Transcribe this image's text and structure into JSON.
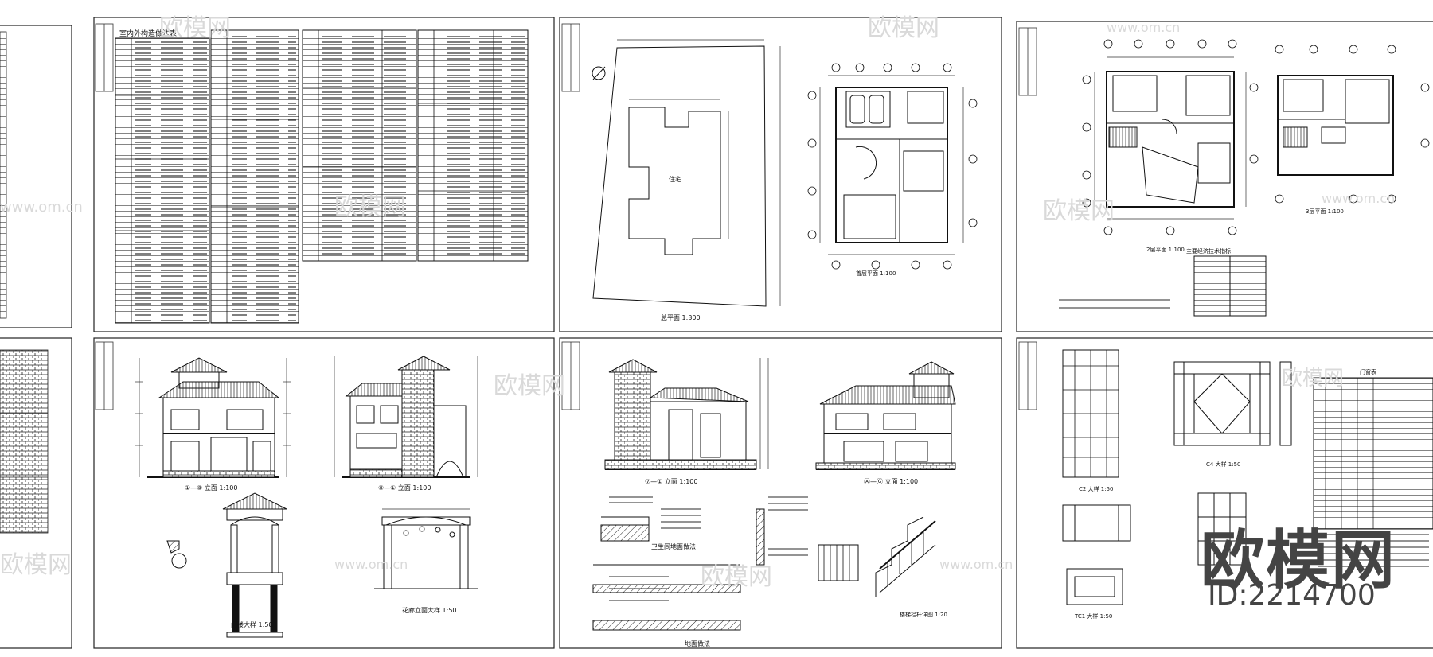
{
  "watermark": {
    "brand_cn": "欧模网",
    "domain": "www.om.cn",
    "id_text": "ID:2214700"
  },
  "sheets": {
    "table_title": "室内外构造做法表",
    "site_plan_caption": "总平面 1:300",
    "site_building_label": "住宅",
    "floor1_caption": "首层平面 1:100",
    "floor2_caption": "2层平面 1:100",
    "floor3_caption": "3层平面 1:100",
    "tech_table_title": "主要经济技术指标",
    "elev_front_caption": "①—⑧ 立面 1:100",
    "elev_side_caption": "⑧—① 立面 1:100",
    "elev_left_caption": "⑦—① 立面 1:100",
    "elev_right_caption": "Ⓐ—Ⓖ 立面 1:100",
    "gate_caption": "门楼大样 1:50",
    "arch_caption": "花廊立面大样 1:50",
    "bath_floor_caption": "卫生间地面做法",
    "floor_caption": "地面做法",
    "stair_caption": "楼梯栏杆详图 1:20",
    "window_c2_caption": "C2 大样 1:50",
    "window_c4_caption": "C4 大样 1:50",
    "window_tc1_caption": "TC1 大样 1:50",
    "door_table_title": "门窗表"
  }
}
